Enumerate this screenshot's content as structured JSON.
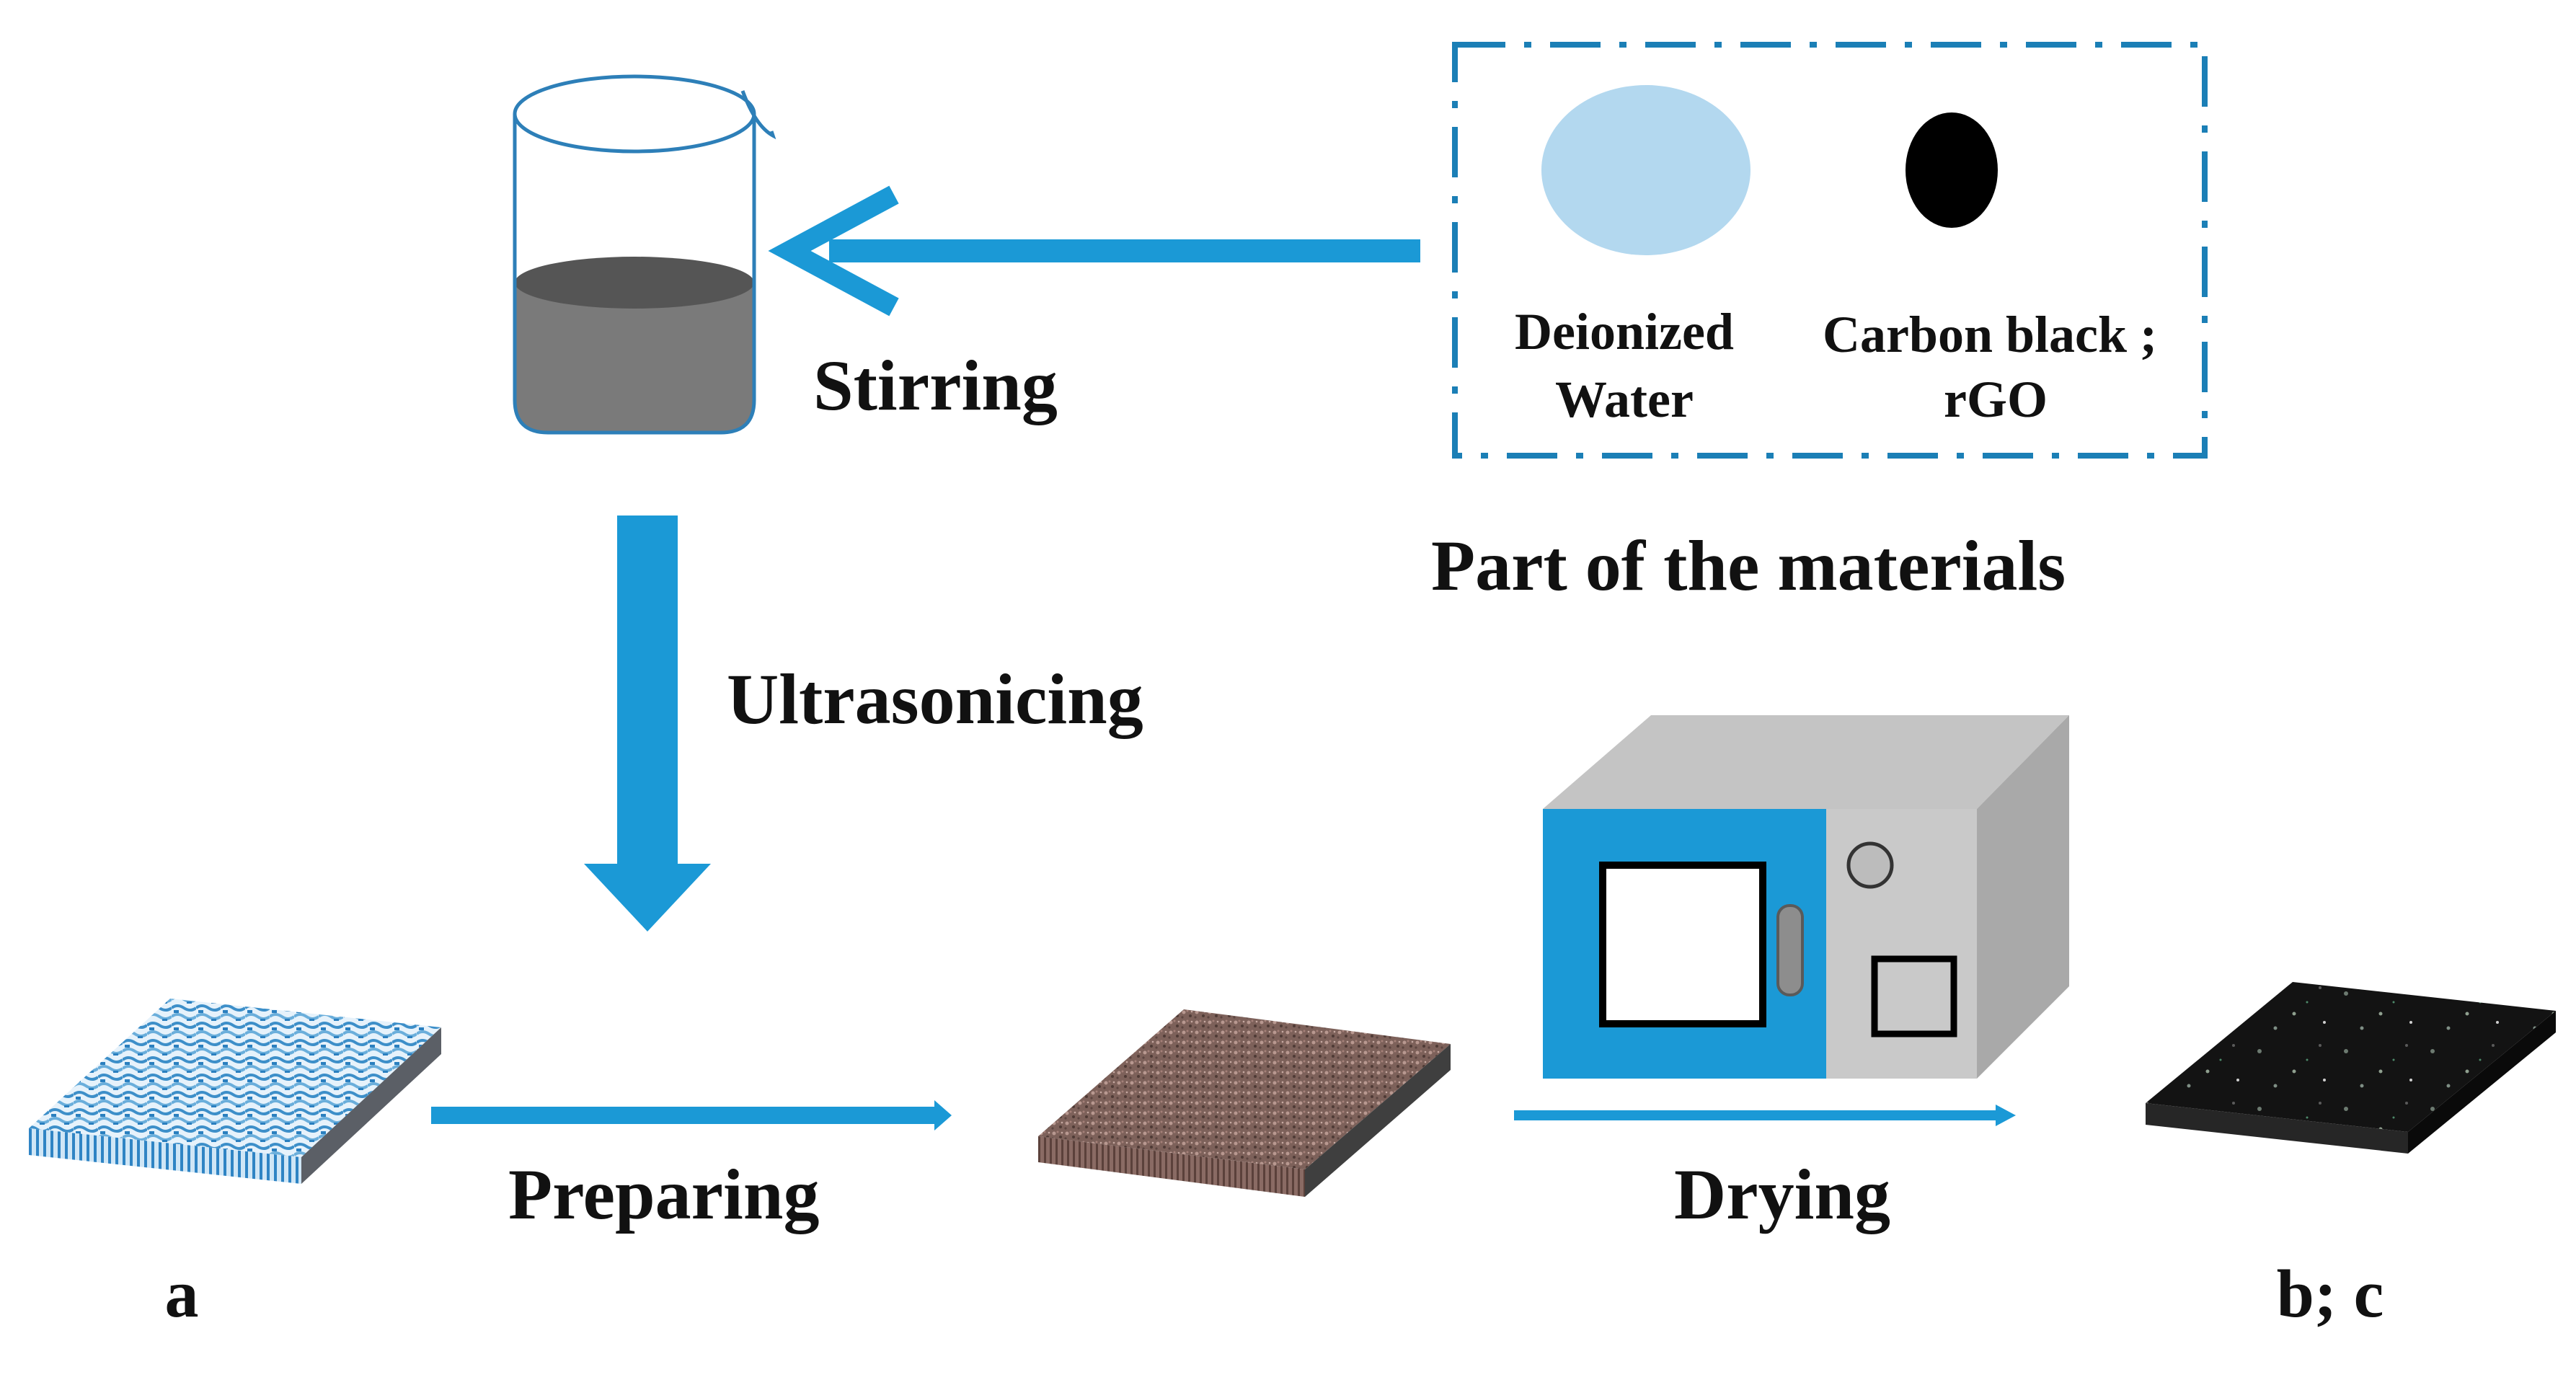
{
  "colors": {
    "arrow": "#1b99d6",
    "water": "#b3d8ef",
    "carbon": "#000000",
    "liquid": "#7a7a7a",
    "liquid_top": "#555555",
    "oven_front": "#1b99d6",
    "oven_panel": "#c9c9c9",
    "oven_top": "#c4c4c4",
    "oven_side": "#a9a9a9",
    "box_border": "#1b7fb6"
  },
  "materials": {
    "title": "Part of the materials",
    "water_label_line1": "Deionized",
    "water_label_line2": "Water",
    "carbon_label_line1": "Carbon black ;",
    "carbon_label_line2": "rGO"
  },
  "steps": {
    "stirring": "Stirring",
    "ultrasonicing": "Ultrasonicing",
    "preparing": "Preparing",
    "drying": "Drying"
  },
  "samples": {
    "start": "a",
    "end": "b; c"
  },
  "icons": [
    "beaker-icon",
    "oven-icon",
    "textile-sample-icon",
    "coated-sample-icon",
    "dried-sample-icon"
  ]
}
